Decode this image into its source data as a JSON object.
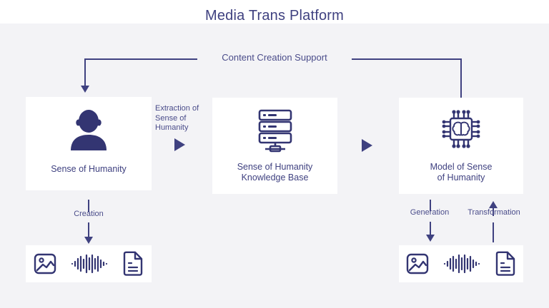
{
  "title": "Media Trans Platform",
  "colors": {
    "accent": "#3f4180",
    "text": "#4a4c8a",
    "background": "#f3f3f6",
    "card": "#ffffff"
  },
  "connectors": {
    "top_bracket_label": "Content Creation Support",
    "extraction_label": "Extraction of\nSense of\nHumanity",
    "extraction_line1": "Extraction of",
    "extraction_line2": "Sense of",
    "extraction_line3": "Humanity",
    "creation_label": "Creation",
    "generation_label": "Generation",
    "transformation_label": "Transformation"
  },
  "cards": [
    {
      "id": "person",
      "icon": "person-icon",
      "label_line1": "Sense of Humanity",
      "label_line2": ""
    },
    {
      "id": "knowledge-base",
      "icon": "server-stack-icon",
      "label_line1": "Sense of Humanity",
      "label_line2": "Knowledge Base"
    },
    {
      "id": "model",
      "icon": "ai-chip-brain-icon",
      "label_line1": "Model of Sense",
      "label_line2": "of Humanity"
    }
  ],
  "media_groups": [
    {
      "id": "media-left",
      "icons": [
        "image-icon",
        "audio-waveform-icon",
        "document-icon"
      ]
    },
    {
      "id": "media-right",
      "icons": [
        "image-icon",
        "audio-waveform-icon",
        "document-icon"
      ]
    }
  ]
}
